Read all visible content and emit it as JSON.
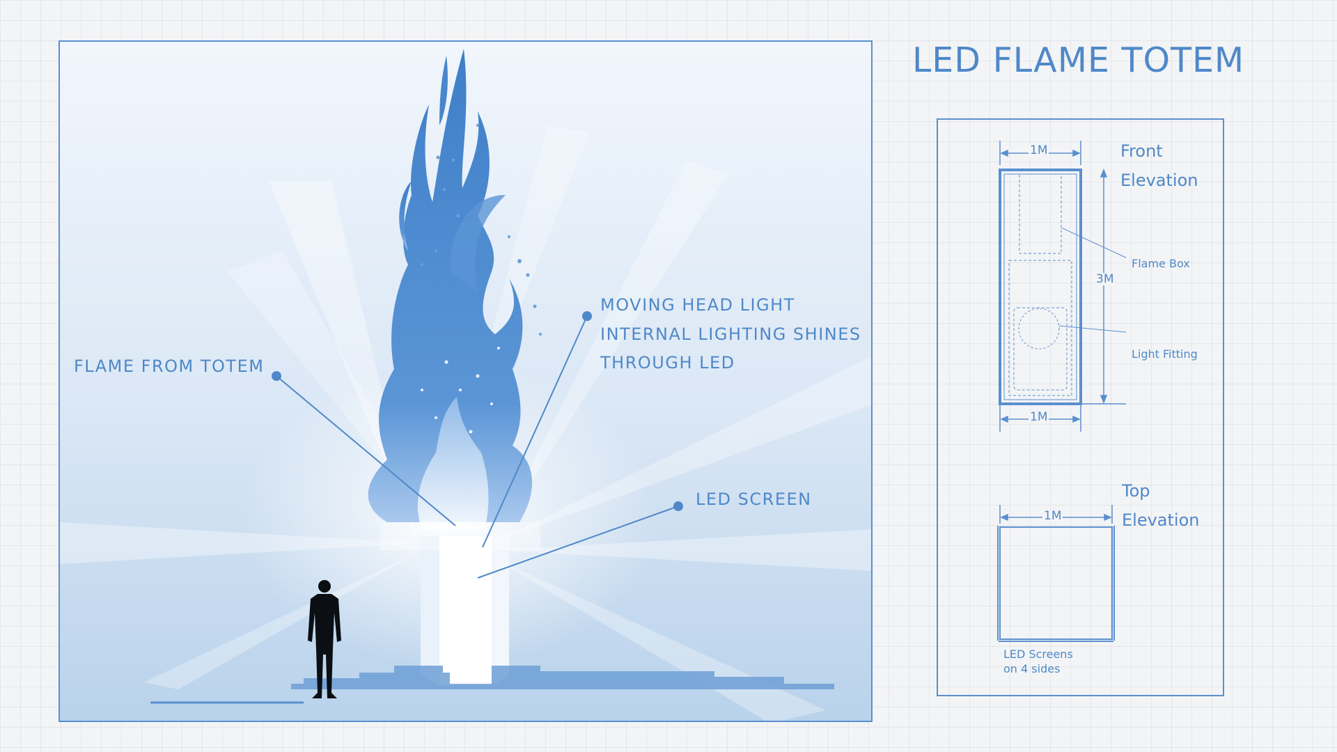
{
  "title": "LED FLAME TOTEM",
  "colors": {
    "accent": "#4f88c8",
    "line": "#5a8fcf",
    "flame": "#4a86cc",
    "silhouette": "#0b0f14"
  },
  "render": {
    "callouts": {
      "flame": "FLAME FROM TOTEM",
      "moving_head_1": "MOVING HEAD LIGHT",
      "moving_head_2": "INTERNAL LIGHTING SHINES",
      "moving_head_3": "THROUGH LED",
      "led_screen": "LED SCREEN"
    }
  },
  "front_elevation": {
    "label_1": "Front",
    "label_2": "Elevation",
    "width_top": "1M",
    "width_bottom": "1M",
    "height": "3M",
    "flame_box": "Flame Box",
    "light_fitting": "Light Fitting"
  },
  "top_elevation": {
    "label_1": "Top",
    "label_2": "Elevation",
    "width": "1M",
    "note_1": "LED Screens",
    "note_2": "on 4 sides"
  }
}
